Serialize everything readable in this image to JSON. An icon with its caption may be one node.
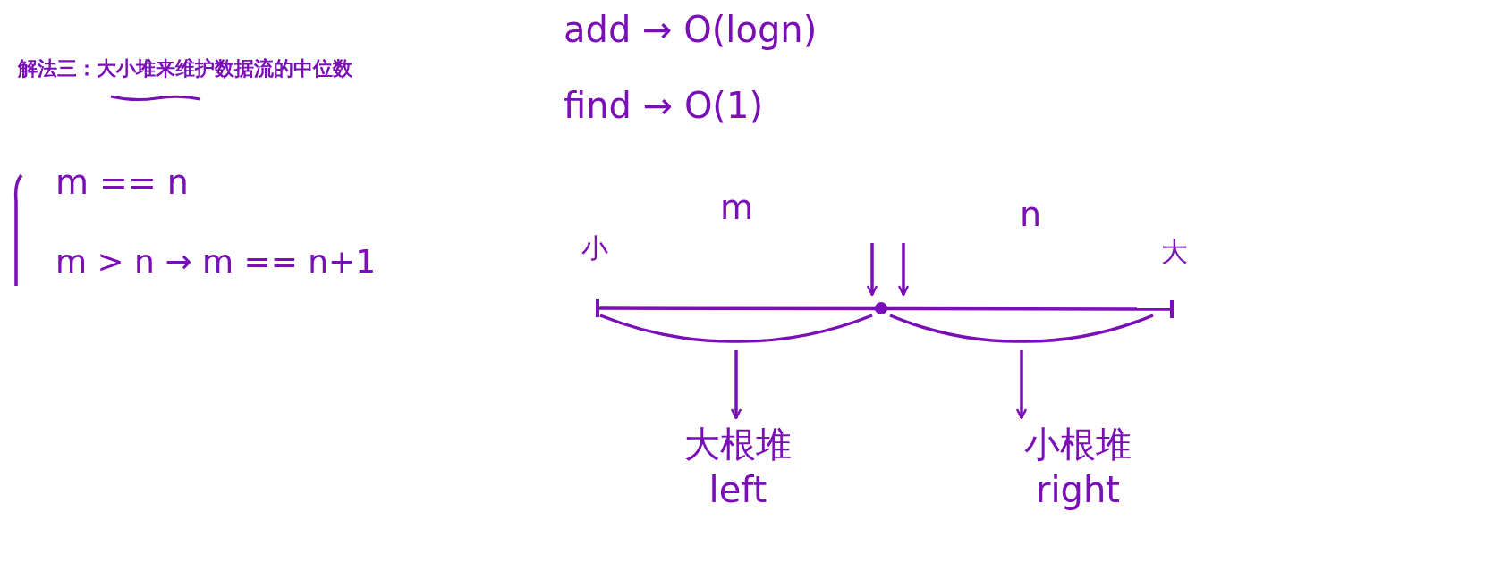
{
  "diagram": {
    "title": "解法三：大小堆来维护数据流的中位数",
    "nodes": [
      {
        "text": [],
        "shape": "bar"
      },
      {
        "text": [],
        "shape": "bar"
      },
      {
        "text": [
          "大根堆",
          "left"
        ]
      },
      {
        "text": [
          "小根堆",
          "right"
        ]
      }
    ],
    "edges": [
      {
        "from": 0,
        "to": 2,
        "arrow": "to"
      },
      {
        "from": 1,
        "to": 3,
        "arrow": "to"
      }
    ],
    "labels": [
      "add → O(logn)",
      "find → O(1)",
      "m == n",
      "m > n → m == n+1",
      "小",
      "m",
      "n",
      "大"
    ]
  }
}
